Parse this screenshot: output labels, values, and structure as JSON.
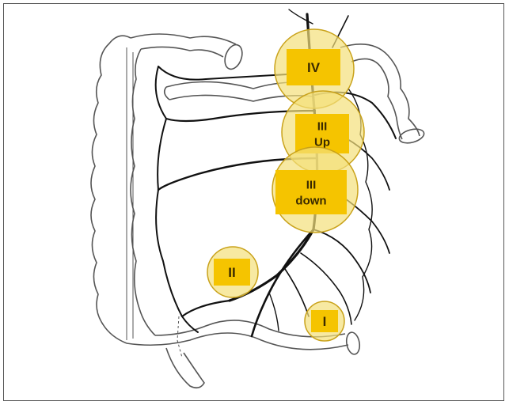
{
  "colors": {
    "zone_fill": "#f3df7a",
    "zone_stroke": "#c9a21a",
    "label_box": "#f5c400",
    "label_text": "#3a2a00",
    "artery": "#111111",
    "colon_outline": "#555555"
  },
  "zones": [
    {
      "id": "IV",
      "lines": [
        "IV"
      ]
    },
    {
      "id": "III-up",
      "lines": [
        "III",
        "Up"
      ]
    },
    {
      "id": "III-down",
      "lines": [
        "III",
        "down"
      ]
    },
    {
      "id": "II",
      "lines": [
        "II"
      ]
    },
    {
      "id": "I",
      "lines": [
        "I"
      ]
    }
  ]
}
